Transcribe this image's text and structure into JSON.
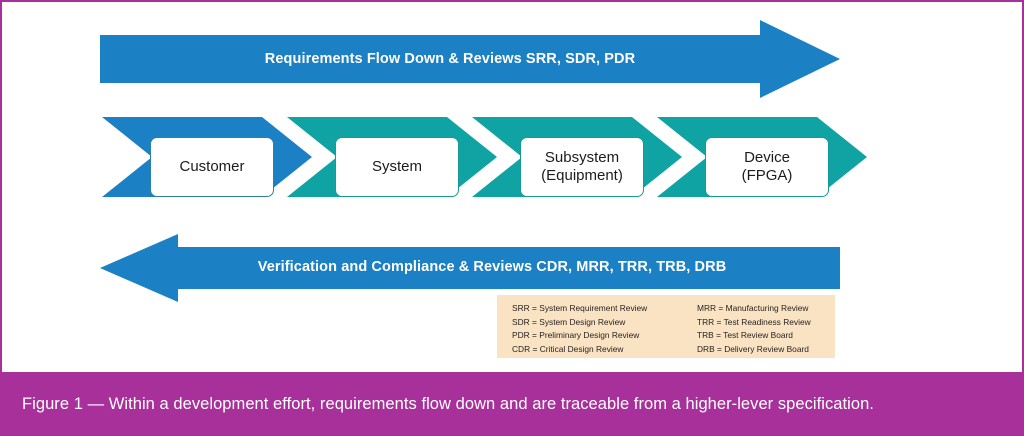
{
  "figure": {
    "caption": "Figure 1 — Within a development effort, requirements flow down and are traceable from a higher-lever specification."
  },
  "colors": {
    "blue": "#1b80c4",
    "teal": "#10a3a3",
    "purple": "#a8309a",
    "legend_bg": "#fae3c3",
    "box_border_blue": "#2e7fa8",
    "box_border_teal": "#199a9a",
    "text_dark": "#1c1c1c",
    "text_white": "#ffffff"
  },
  "top_arrow": {
    "label": "Requirements Flow Down & Reviews SRR, SDR, PDR",
    "direction": "right",
    "color": "#1b80c4"
  },
  "bottom_arrow": {
    "label": "Verification and Compliance & Reviews CDR, MRR, TRR, TRB, DRB",
    "direction": "left",
    "color": "#1b80c4"
  },
  "stages": [
    {
      "label_line1": "Customer",
      "label_line2": "",
      "color": "#1b80c4"
    },
    {
      "label_line1": "System",
      "label_line2": "",
      "color": "#10a3a3"
    },
    {
      "label_line1": "Subsystem",
      "label_line2": "(Equipment)",
      "color": "#10a3a3"
    },
    {
      "label_line1": "Device",
      "label_line2": "(FPGA)",
      "color": "#10a3a3"
    }
  ],
  "legend": {
    "left_column": [
      "SRR = System Requirement Review",
      "SDR = System Design Review",
      "PDR = Preliminary Design Review",
      "CDR = Critical Design Review"
    ],
    "right_column": [
      "MRR = Manufacturing Review",
      "TRR = Test Readiness Review",
      "TRB = Test Review Board",
      "DRB = Delivery Review Board"
    ]
  }
}
